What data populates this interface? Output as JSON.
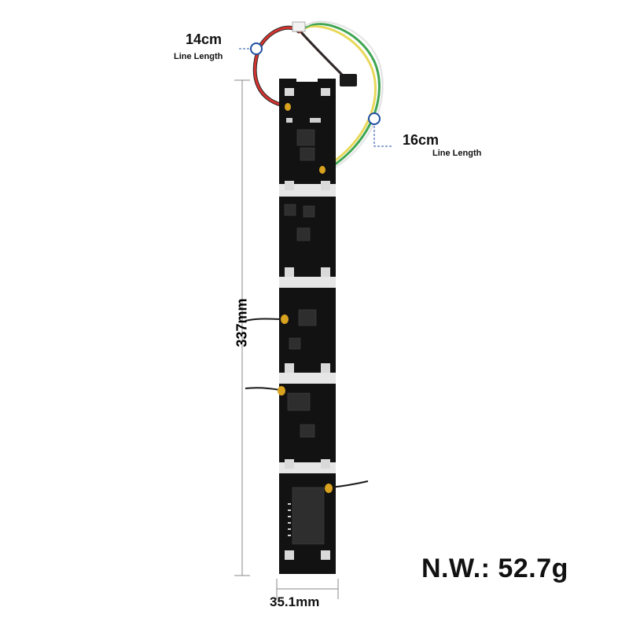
{
  "annotations": {
    "wire_length_1": {
      "value": "14cm",
      "caption": "Line Length"
    },
    "wire_length_2": {
      "value": "16cm",
      "caption": "Line Length"
    },
    "board_height": "337mm",
    "board_width": "35.1mm",
    "net_weight": "N.W.: 52.7g"
  },
  "colors": {
    "pcb": "#121212",
    "pad": "#d9d9d9",
    "marker": "#1f4ea1",
    "dimension_line": "#888888",
    "wire_red": "#d6342f",
    "wire_yellow": "#e8d85a",
    "wire_green": "#3fa652",
    "wire_white": "#f0f0f0",
    "sensor": "#d9a21f"
  }
}
